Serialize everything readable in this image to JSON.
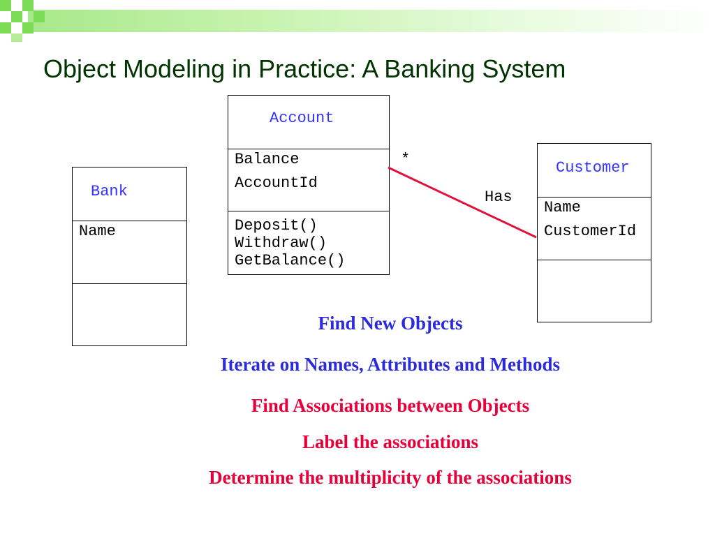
{
  "slide": {
    "title": "Object Modeling in Practice: A Banking System"
  },
  "diagram": {
    "classes": {
      "account": {
        "name": "Account",
        "attributes": [
          "Balance",
          "AccountId"
        ],
        "methods": [
          "Deposit()",
          "Withdraw()",
          "GetBalance()"
        ]
      },
      "bank": {
        "name": "Bank",
        "attributes": [
          "Name"
        ],
        "methods": []
      },
      "customer": {
        "name": "Customer",
        "attributes": [
          "Name",
          "CustomerId"
        ],
        "methods": []
      }
    },
    "association": {
      "label": "Has",
      "multiplicity": "*",
      "color": "#e0103a"
    }
  },
  "notes": [
    {
      "text": "Find New Objects",
      "color": "#2b2bdd"
    },
    {
      "text": "Iterate on Names, Attributes and Methods",
      "color": "#2b2bdd"
    },
    {
      "text": "Find Associations between Objects",
      "color": "#e6003a"
    },
    {
      "text": "Label the associations",
      "color": "#e6003a"
    },
    {
      "text": "Determine the multiplicity of the associations",
      "color": "#e6003a"
    }
  ]
}
